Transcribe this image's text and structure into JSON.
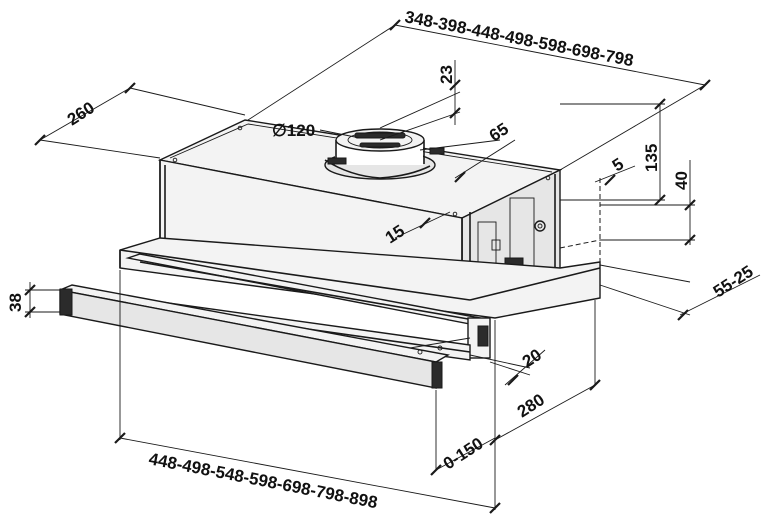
{
  "dimensions": {
    "top_width": "348-398-448-498-598-698-798",
    "depth": "260",
    "outlet_offset": "23",
    "outlet_diameter": "∅120",
    "outlet_position": "65",
    "rear_gap": "5",
    "height": "135",
    "side_height": "40",
    "front_gap": "15",
    "rail_setback": "55-25",
    "front_panel_height": "38",
    "handle_depth": "20",
    "module_depth": "280",
    "extension": "0-150",
    "bottom_width": "448-498-548-598-698-798-898"
  }
}
